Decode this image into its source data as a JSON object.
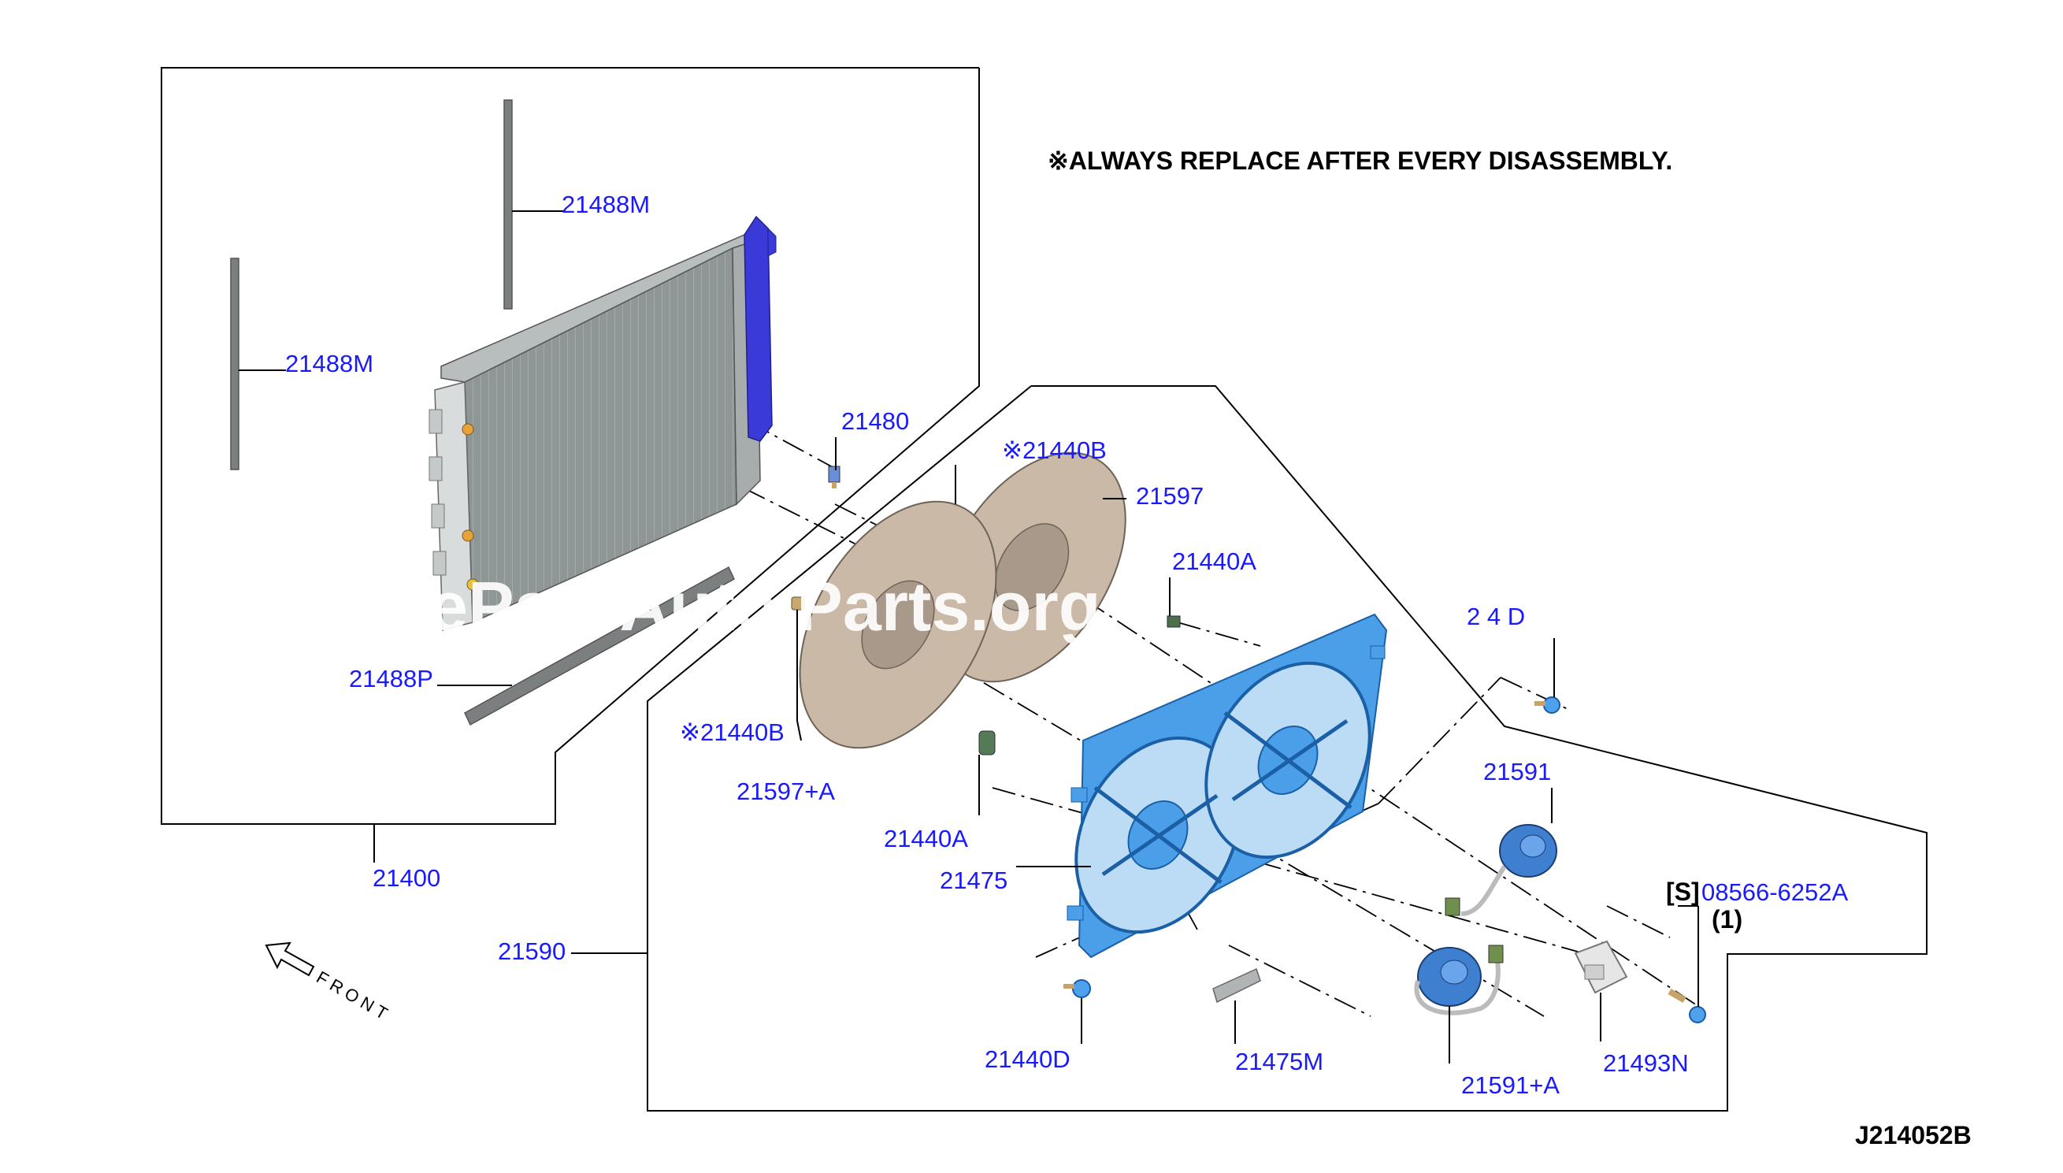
{
  "note": "※ALWAYS REPLACE AFTER EVERY DISASSEMBLY.",
  "diagram_code": "J214052B",
  "front_label": "FRONT",
  "watermark": "ePart Auto Parts.org",
  "labels": {
    "l21488M_top": "21488M",
    "l21488M_left": "21488M",
    "l21480": "21480",
    "l21488P": "21488P",
    "l21400": "21400",
    "l21440B_top": "※21440B",
    "l21597": "21597",
    "l21440A_top": "21440A",
    "l2144D": "2 4 D",
    "l21440B_left": "※21440B",
    "l21597A": "21597+A",
    "l21440A_mid": "21440A",
    "l21475": "21475",
    "l21591": "21591",
    "l08566_prefix": "[S]",
    "l08566": "08566-6252A",
    "l08566_qty": "(1)",
    "l21590": "21590",
    "l21440D": "21440D",
    "l21475M": "21475M",
    "l21591A": "21591+A",
    "l21493N": "21493N"
  },
  "colors": {
    "label": "#1a1aff",
    "radiator": "#8f9696",
    "shroud": "#4a9fe8",
    "fan": "#c9b9a6",
    "motor": "#3f7fd0",
    "seal": "#7b7f7f"
  }
}
